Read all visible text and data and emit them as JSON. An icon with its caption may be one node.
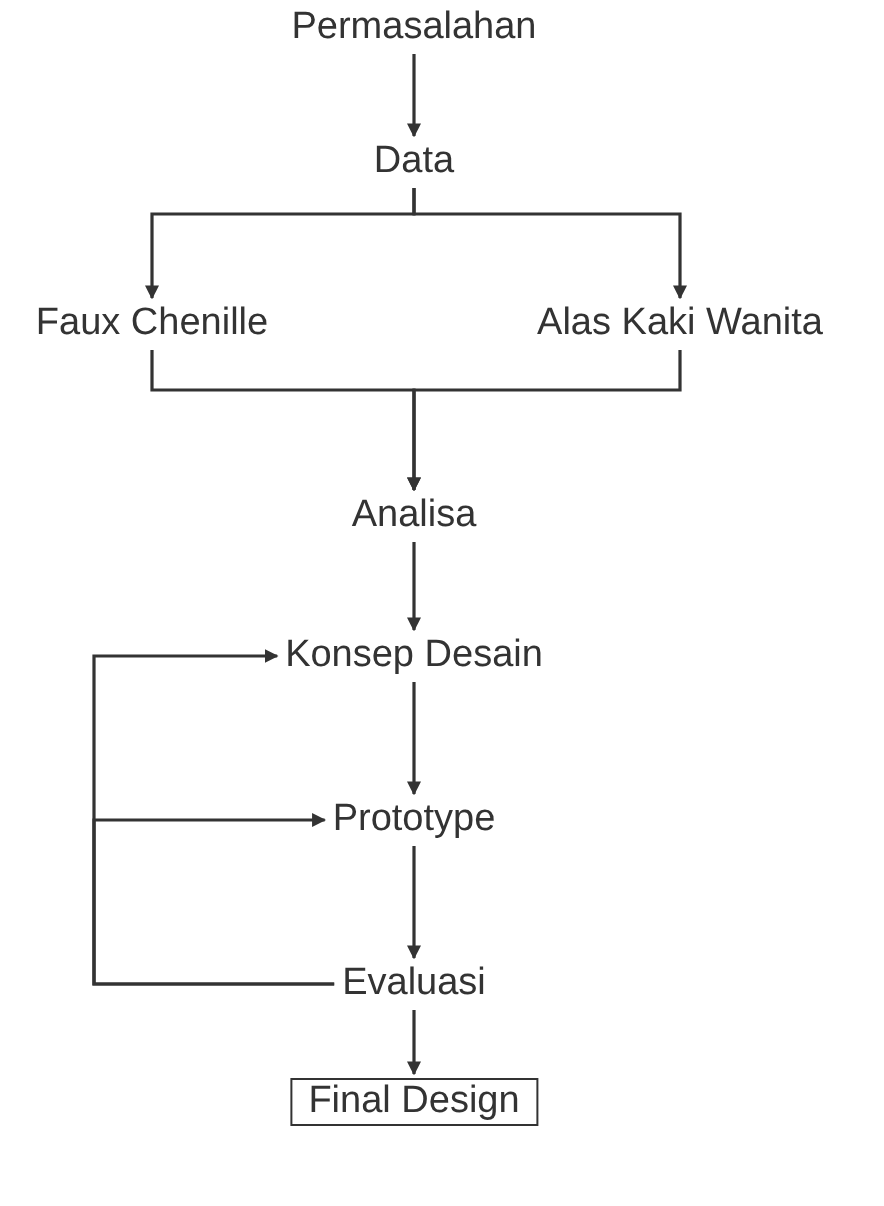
{
  "diagram": {
    "nodes": [
      {
        "text": [
          "Permasalahan"
        ]
      },
      {
        "text": [
          "Data"
        ]
      },
      {
        "text": [
          "Faux Chenille"
        ]
      },
      {
        "text": [
          "Alas Kaki Wanita"
        ]
      },
      {
        "text": [
          "Analisa"
        ]
      },
      {
        "text": [
          "Konsep Desain"
        ]
      },
      {
        "text": [
          "Prototype"
        ]
      },
      {
        "text": [
          "Evaluasi"
        ]
      },
      {
        "text": [
          "Final Design"
        ]
      }
    ],
    "edges": [
      {
        "from": 0,
        "to": 1,
        "arrow": "to"
      },
      {
        "from": 1,
        "to": 2,
        "arrow": "to"
      },
      {
        "from": 1,
        "to": 3,
        "arrow": "to"
      },
      {
        "from": 2,
        "to": 4,
        "arrow": "to"
      },
      {
        "from": 3,
        "to": 4,
        "arrow": "to"
      },
      {
        "from": 4,
        "to": 5,
        "arrow": "to"
      },
      {
        "from": 5,
        "to": 6,
        "arrow": "to"
      },
      {
        "from": 6,
        "to": 7,
        "arrow": "to"
      },
      {
        "from": 7,
        "to": 8,
        "arrow": "to"
      },
      {
        "from": 7,
        "to": 5,
        "arrow": "to"
      },
      {
        "from": 7,
        "to": 6,
        "arrow": "to"
      }
    ]
  }
}
